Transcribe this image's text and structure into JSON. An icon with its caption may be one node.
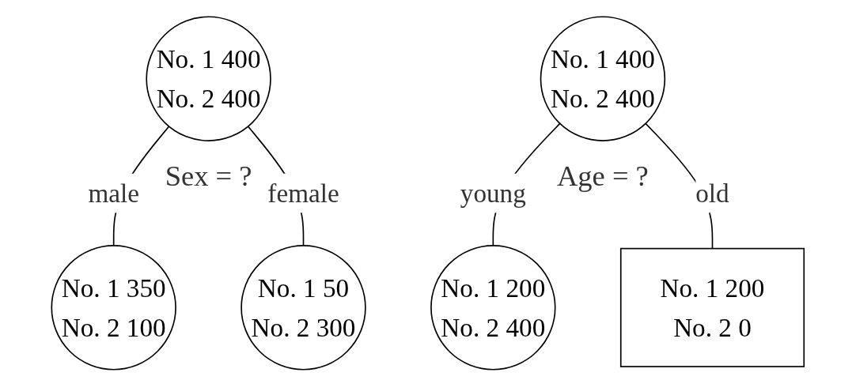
{
  "diagram": {
    "nodes": [
      {
        "text": [
          "No. 1 400",
          "No. 2 400"
        ],
        "beside": [
          "Sex = ?"
        ]
      },
      {
        "text": [
          "No. 1 350",
          "No. 2 100"
        ]
      },
      {
        "text": [
          "No. 1 50",
          "No. 2 300"
        ]
      },
      {
        "text": [
          "No. 1 400",
          "No. 2 400"
        ],
        "beside": [
          "Age = ?"
        ]
      },
      {
        "text": [
          "No. 1 200",
          "No. 2 400"
        ]
      },
      {
        "text": [
          "No. 1 200",
          "No. 2 0"
        ]
      }
    ],
    "edges": [
      {
        "from": 0,
        "to": 1,
        "arrow": "none",
        "label": "male"
      },
      {
        "from": 0,
        "to": 2,
        "arrow": "none",
        "label": "female"
      },
      {
        "from": 3,
        "to": 4,
        "arrow": "none",
        "label": "young"
      },
      {
        "from": 3,
        "to": 5,
        "arrow": "none",
        "label": "old"
      }
    ]
  }
}
